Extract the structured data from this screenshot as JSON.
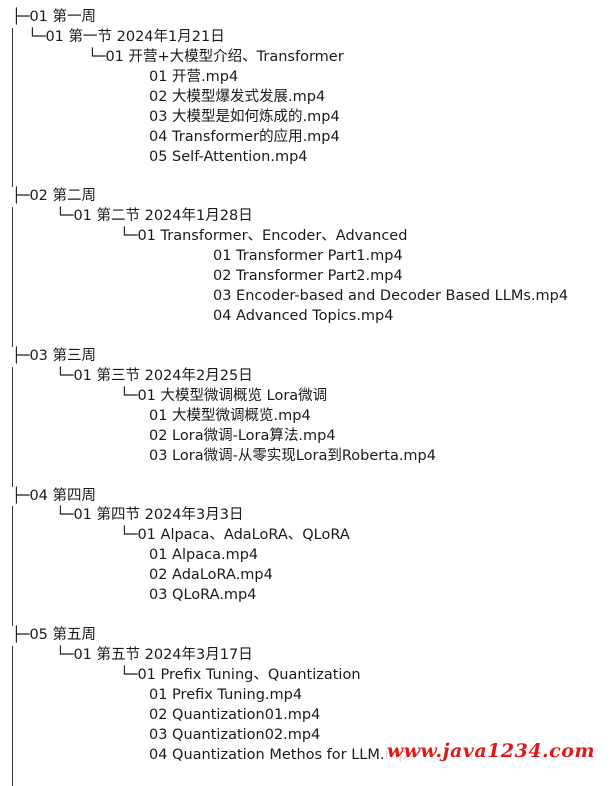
{
  "lines": [
    {
      "text": "├─01 第一周",
      "bar": false,
      "indent": 12
    },
    {
      "text": "└─01 第一节 2024年1月21日",
      "bar": true,
      "indent": 28
    },
    {
      "text": "└─01 开营+大模型介绍、Transformer",
      "bar": true,
      "indent": 88
    },
    {
      "text": "01 开营.mp4",
      "bar": true,
      "indent": 149
    },
    {
      "text": "02 大模型爆发式发展.mp4",
      "bar": true,
      "indent": 149
    },
    {
      "text": "03 大模型是如何炼成的.mp4",
      "bar": true,
      "indent": 149
    },
    {
      "text": "04 Transformer的应用.mp4",
      "bar": true,
      "indent": 149
    },
    {
      "text": "05 Self-Attention.mp4",
      "bar": true,
      "indent": 149
    },
    {
      "text": "",
      "bar": true,
      "indent": 0
    },
    {
      "text": "├─02 第二周",
      "bar": false,
      "indent": 12
    },
    {
      "text": "└─01 第二节 2024年1月28日",
      "bar": true,
      "indent": 56
    },
    {
      "text": "└─01 Transformer、Encoder、Advanced",
      "bar": true,
      "indent": 120
    },
    {
      "text": "01 Transformer Part1.mp4",
      "bar": true,
      "indent": 213
    },
    {
      "text": "02 Transformer Part2.mp4",
      "bar": true,
      "indent": 213
    },
    {
      "text": "03 Encoder-based and Decoder Based LLMs.mp4",
      "bar": true,
      "indent": 213
    },
    {
      "text": "04 Advanced Topics.mp4",
      "bar": true,
      "indent": 213
    },
    {
      "text": "",
      "bar": true,
      "indent": 0
    },
    {
      "text": "├─03 第三周",
      "bar": false,
      "indent": 12
    },
    {
      "text": "└─01 第三节 2024年2月25日",
      "bar": true,
      "indent": 56
    },
    {
      "text": "└─01 大模型微调概览 Lora微调",
      "bar": true,
      "indent": 120
    },
    {
      "text": "01 大模型微调概览.mp4",
      "bar": true,
      "indent": 149
    },
    {
      "text": "02 Lora微调-Lora算法.mp4",
      "bar": true,
      "indent": 149
    },
    {
      "text": "03 Lora微调-从零实现Lora到Roberta.mp4",
      "bar": true,
      "indent": 149
    },
    {
      "text": "",
      "bar": true,
      "indent": 0
    },
    {
      "text": "├─04 第四周",
      "bar": false,
      "indent": 12
    },
    {
      "text": "└─01 第四节 2024年3月3日",
      "bar": true,
      "indent": 56
    },
    {
      "text": "└─01 Alpaca、AdaLoRA、QLoRA",
      "bar": true,
      "indent": 120
    },
    {
      "text": "01 Alpaca.mp4",
      "bar": true,
      "indent": 149
    },
    {
      "text": "02 AdaLoRA.mp4",
      "bar": true,
      "indent": 149
    },
    {
      "text": "03 QLoRA.mp4",
      "bar": true,
      "indent": 149
    },
    {
      "text": "",
      "bar": true,
      "indent": 0
    },
    {
      "text": "├─05 第五周",
      "bar": false,
      "indent": 12
    },
    {
      "text": "└─01 第五节 2024年3月17日",
      "bar": true,
      "indent": 56
    },
    {
      "text": "└─01 Prefix Tuning、Quantization",
      "bar": true,
      "indent": 120
    },
    {
      "text": "01 Prefix Tuning.mp4",
      "bar": true,
      "indent": 149
    },
    {
      "text": "02 Quantization01.mp4",
      "bar": true,
      "indent": 149
    },
    {
      "text": "03 Quantization02.mp4",
      "bar": true,
      "indent": 149
    },
    {
      "text": "04 Quantization Methos for LLM.mp4",
      "bar": true,
      "indent": 149
    },
    {
      "text": "",
      "bar": true,
      "indent": 0
    }
  ],
  "watermark": "www.java1234.com",
  "colors": {
    "text": "#1a1a1a",
    "watermark": "#e01818"
  }
}
